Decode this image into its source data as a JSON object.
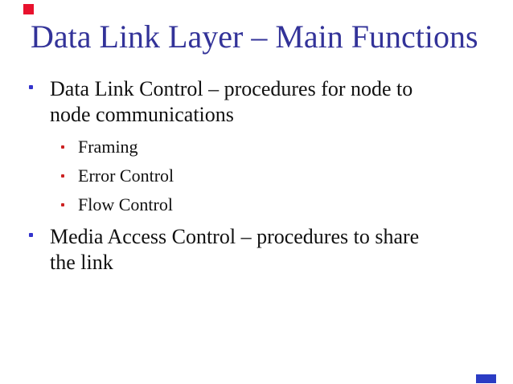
{
  "slide": {
    "title": "Data Link Layer – Main Functions",
    "bullets": [
      {
        "level": 1,
        "text": "Data Link Control – procedures for node to\nnode communications"
      },
      {
        "level": 2,
        "text": "Framing"
      },
      {
        "level": 2,
        "text": "Error Control"
      },
      {
        "level": 2,
        "text": "Flow Control"
      },
      {
        "level": 1,
        "text": "Media Access Control – procedures to share\nthe link"
      }
    ],
    "colors": {
      "title": "#333399",
      "body": "#111111",
      "bullet_l1": "#3333cc",
      "bullet_l2": "#cc2222",
      "corner_red": "#e8112d",
      "corner_blue": "#2b3cc4",
      "background": "#ffffff"
    }
  }
}
